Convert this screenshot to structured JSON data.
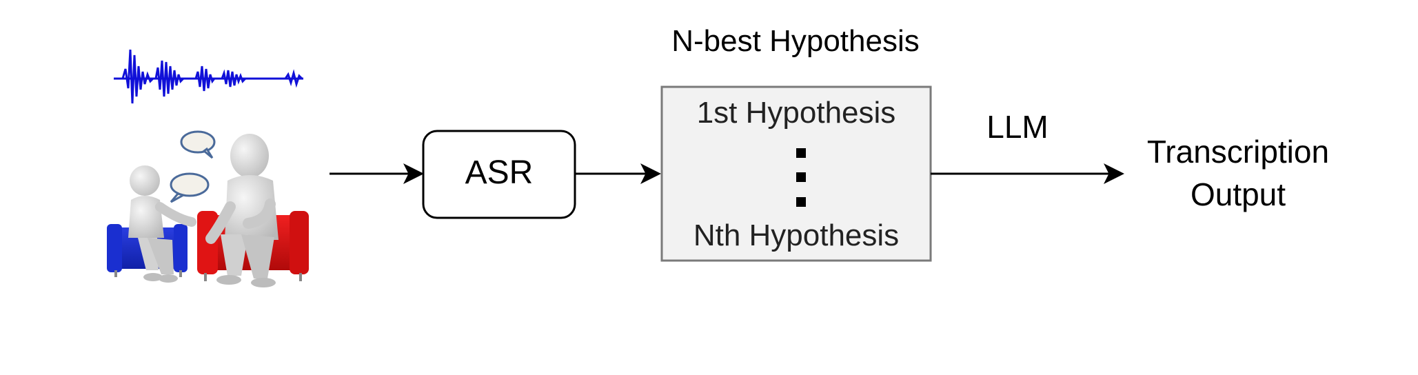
{
  "diagram": {
    "heading": "N-best Hypothesis",
    "asr_label": "ASR",
    "first_hypothesis": "1st Hypothesis",
    "last_hypothesis": "Nth Hypothesis",
    "llm_label": "LLM",
    "output_line1": "Transcription",
    "output_line2": "Output"
  },
  "colors": {
    "waveform": "#1010d8",
    "chair_left": "#1a2fd0",
    "chair_right": "#e01414",
    "figure": "#dcdcdc",
    "hyp_box_fill": "#f2f2f2",
    "hyp_box_stroke": "#7a7a7a"
  },
  "icons": [
    "audio-waveform-icon",
    "conversation-illustration-icon",
    "speech-bubble-icon"
  ]
}
